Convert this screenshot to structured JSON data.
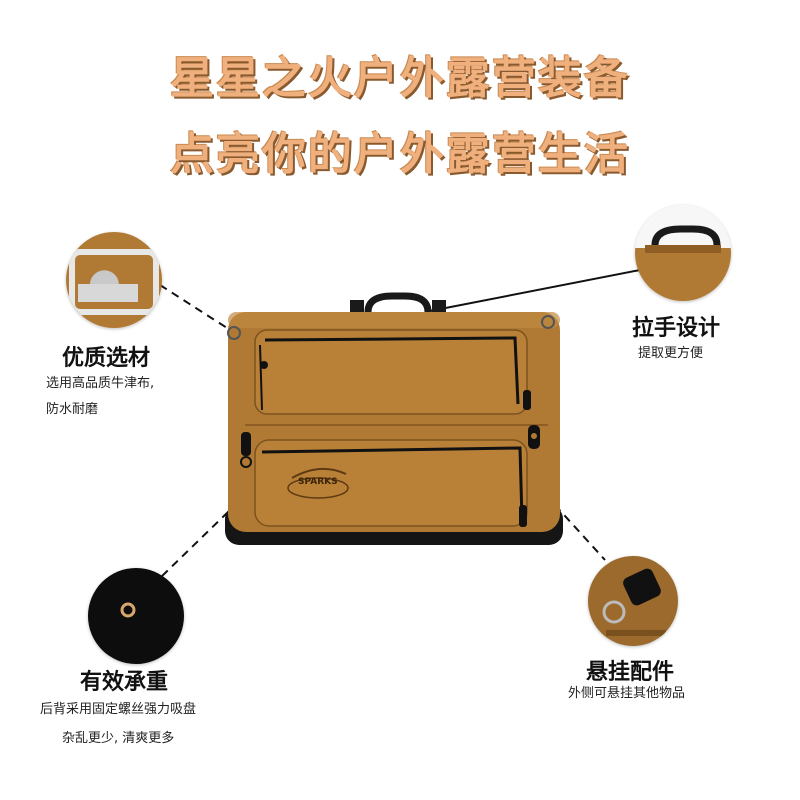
{
  "headline": {
    "line1": "星星之火户外露营装备",
    "line2": "点亮你的户外露营生活"
  },
  "features": {
    "material": {
      "title": "优质选材",
      "desc_line1": "选用高品质牛津布,",
      "desc_line2": "防水耐磨"
    },
    "handle": {
      "title": "拉手设计",
      "desc_line1": "提取更方便"
    },
    "load": {
      "title": "有效承重",
      "desc_line1": "后背采用固定螺丝强力吸盘",
      "desc_line2": "杂乱更少, 清爽更多"
    },
    "accessory": {
      "title": "悬挂配件",
      "desc_line1": "外侧可悬挂其他物品"
    }
  },
  "colors": {
    "bag": "#b07a34",
    "bag_dark": "#8e5e24",
    "headline": "#f0b07d",
    "trim": "#111111"
  },
  "logo_text": "SPARKS"
}
